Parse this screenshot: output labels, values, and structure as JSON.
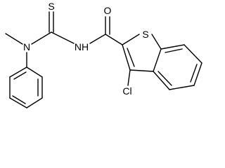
{
  "molecule": {
    "atoms": {
      "thiocarbonyl_s": "S",
      "carbonyl_o": "O",
      "amide_nh": "NH",
      "tertiary_n": "N",
      "thiophene_s": "S",
      "chloro": "Cl"
    }
  },
  "colors": {
    "bond": "#000000",
    "label": "#000000",
    "background": "#ffffff"
  }
}
